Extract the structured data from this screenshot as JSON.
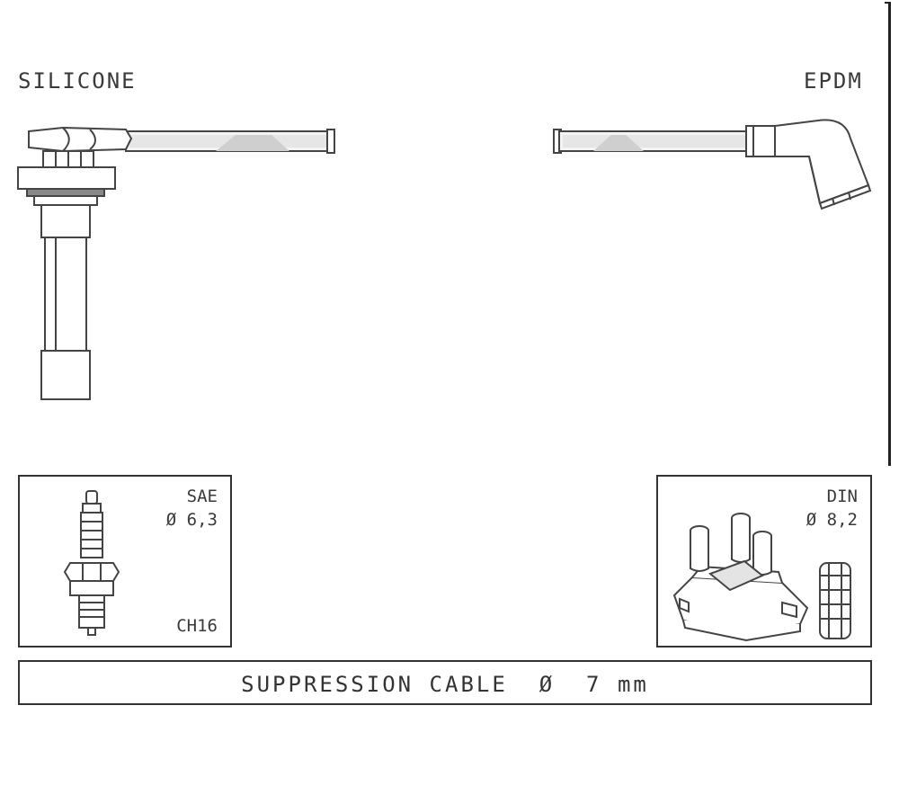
{
  "labels": {
    "left_material": "SILICONE",
    "right_material": "EPDM"
  },
  "spark_plug_panel": {
    "standard": "SAE",
    "diameter": "Ø 6,3",
    "code": "CH16"
  },
  "distributor_panel": {
    "standard": "DIN",
    "diameter": "Ø 8,2"
  },
  "cable": {
    "description": "SUPPRESSION CABLE  Ø  7 mm"
  }
}
